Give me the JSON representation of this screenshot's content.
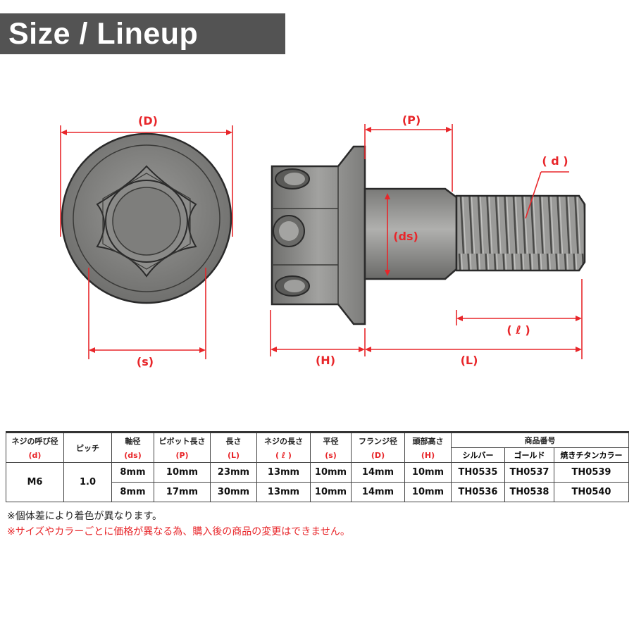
{
  "banner": {
    "title": "Size / Lineup"
  },
  "diagram": {
    "labels": {
      "D": "(D)",
      "s": "(s)",
      "P": "(P)",
      "d": "( d )",
      "ds": "(ds)",
      "l": "( ℓ )",
      "H": "(H)",
      "L": "(L)"
    },
    "colors": {
      "dimension": "#e8262a",
      "metal": "#8a8a88",
      "outline": "#2a2a2a"
    }
  },
  "table": {
    "header": {
      "nominal": {
        "label": "ネジの呼び径",
        "sub": "(d)"
      },
      "pitch": {
        "label": "ピッチ"
      },
      "shaft": {
        "label": "軸径",
        "sub": "(ds)"
      },
      "pivot": {
        "label": "ピボット長さ",
        "sub": "(P)"
      },
      "length": {
        "label": "長さ",
        "sub": "(L)"
      },
      "thread": {
        "label": "ネジの長さ",
        "sub": "( ℓ )"
      },
      "flat": {
        "label": "平径",
        "sub": "(s)"
      },
      "flange": {
        "label": "フランジ径",
        "sub": "(D)"
      },
      "head": {
        "label": "頭部高さ",
        "sub": "(H)"
      },
      "product": {
        "label": "商品番号",
        "silver": "シルバー",
        "gold": "ゴールド",
        "burnt": "焼きチタンカラー"
      }
    },
    "size": "M6",
    "pitch": "1.0",
    "rows": [
      {
        "ds": "8mm",
        "p": "10mm",
        "l": "23mm",
        "thread": "13mm",
        "s": "10mm",
        "d": "14mm",
        "h": "10mm",
        "silver": "TH0535",
        "gold": "TH0537",
        "burnt": "TH0539"
      },
      {
        "ds": "8mm",
        "p": "17mm",
        "l": "30mm",
        "thread": "13mm",
        "s": "10mm",
        "d": "14mm",
        "h": "10mm",
        "silver": "TH0536",
        "gold": "TH0538",
        "burnt": "TH0540"
      }
    ]
  },
  "notes": {
    "note1": "※個体差により着色が異なります。",
    "note2": "※サイズやカラーごとに価格が異なる為、購入後の商品の変更はできません。"
  }
}
